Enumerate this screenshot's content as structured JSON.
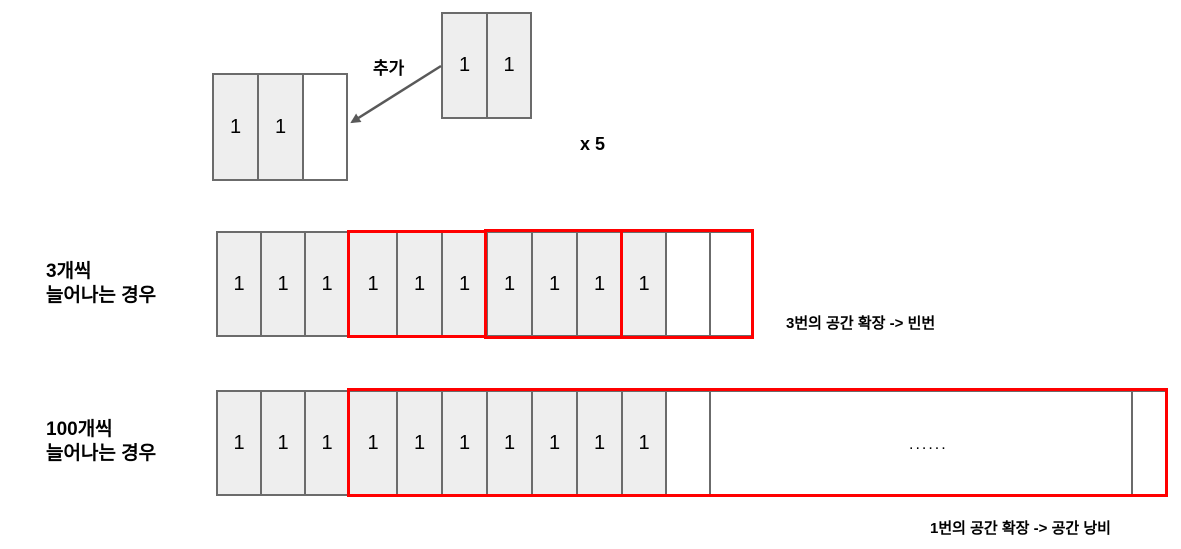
{
  "top_diagram": {
    "target_array": {
      "cells": [
        "1",
        "1",
        ""
      ]
    },
    "source_array": {
      "cells": [
        "1",
        "1"
      ]
    },
    "arrow_label": "추가",
    "multiplier": "x 5"
  },
  "row_3": {
    "title_line1": "3개씩",
    "title_line2": "늘어나는 경우",
    "cells": [
      "1",
      "1",
      "1",
      "1",
      "1",
      "1",
      "1",
      "1",
      "1",
      "1",
      "",
      ""
    ],
    "caption": "3번의 공간 확장 -> 빈번",
    "highlight_color": "#ff0000"
  },
  "row_100": {
    "title_line1": "100개씩",
    "title_line2": "늘어나는 경우",
    "cells": [
      "1",
      "1",
      "1",
      "1",
      "1",
      "1",
      "1",
      "1",
      "1",
      "1",
      "",
      "",
      ""
    ],
    "ellipsis": "......",
    "caption": "1번의 공간 확장 -> 공간 낭비",
    "highlight_color": "#ff0000"
  }
}
